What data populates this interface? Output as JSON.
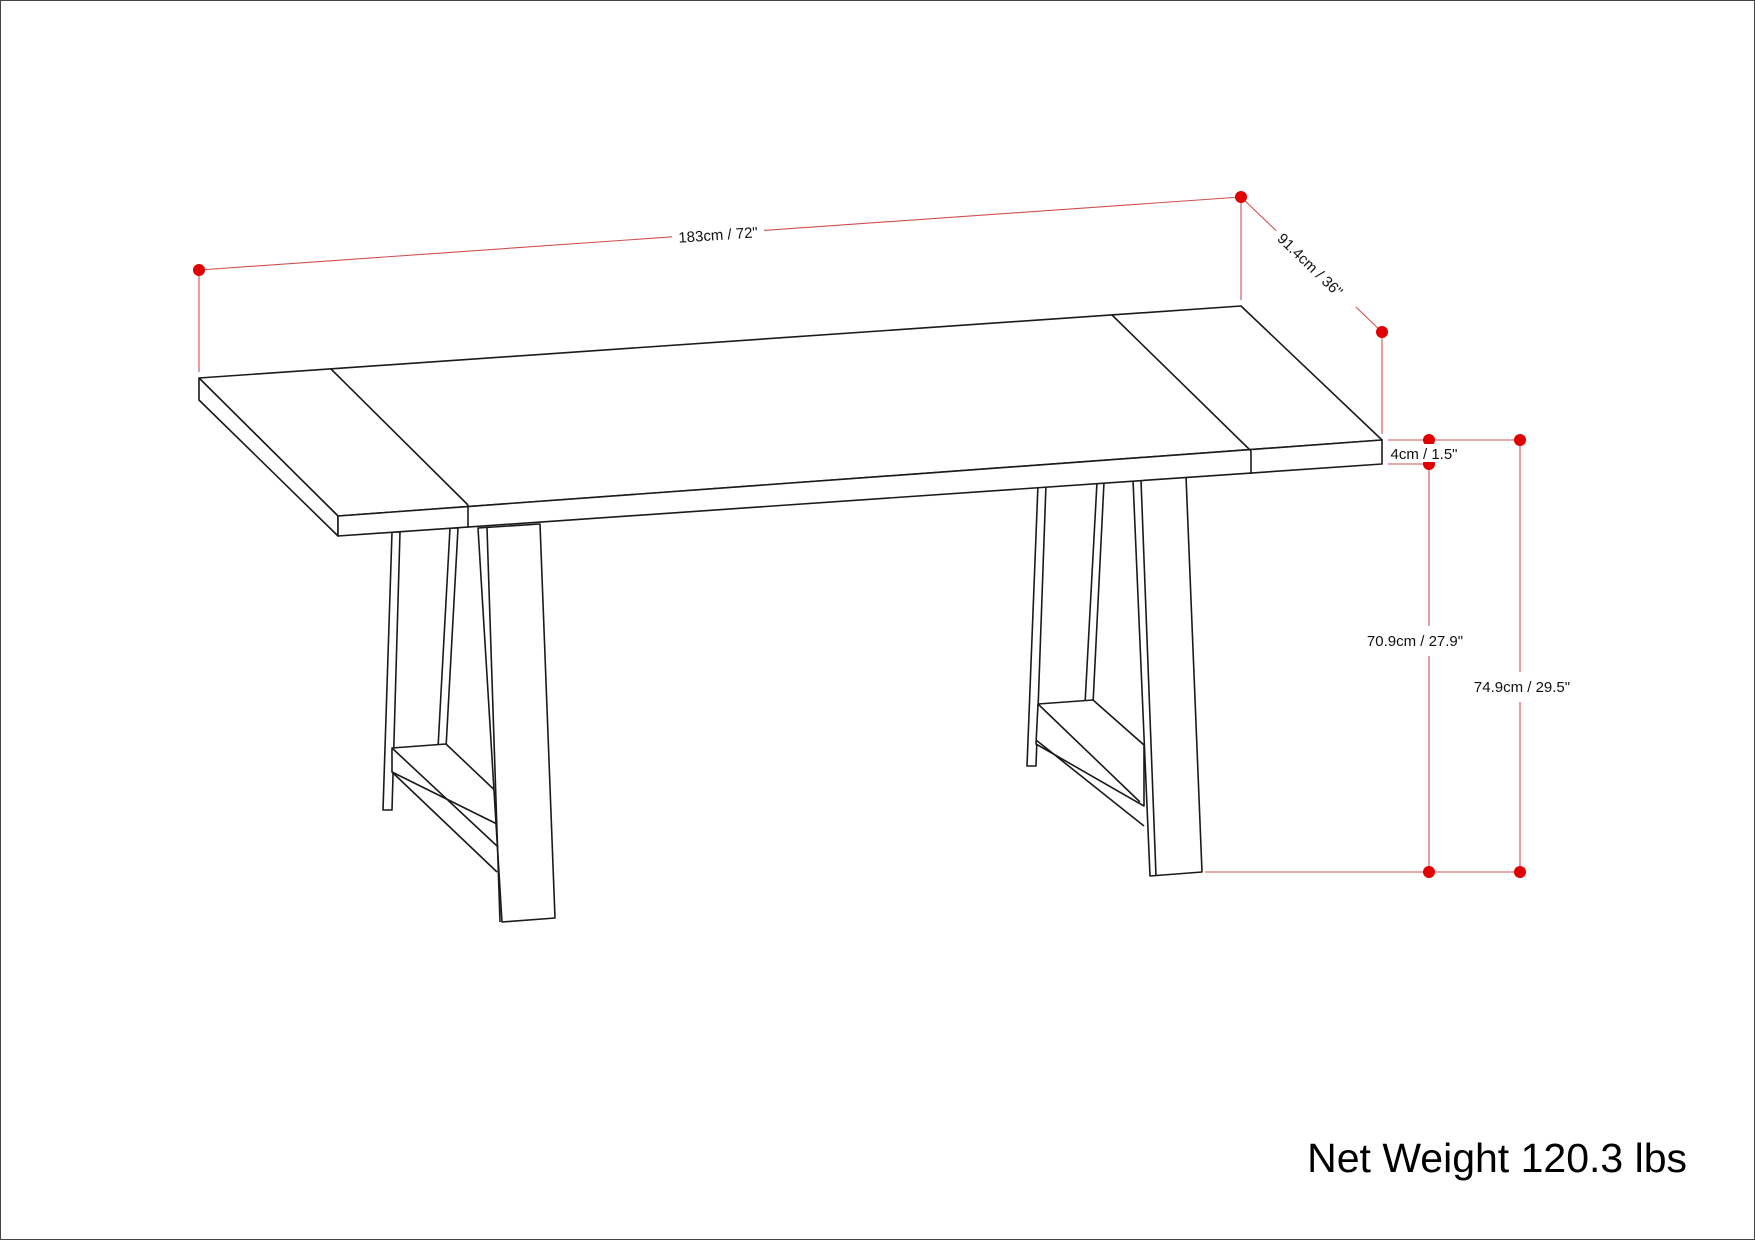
{
  "colors": {
    "dimension_line": "#d05050",
    "dimension_dot": "#e00000",
    "outline": "#1a1a1a",
    "background": "#ffffff"
  },
  "dimensions": {
    "length": "183cm / 72\"",
    "depth": "91.4cm / 36\"",
    "top_thickness": "4cm / 1.5\"",
    "clearance_height": "70.9cm / 27.9\"",
    "overall_height": "74.9cm / 29.5\""
  },
  "footer": {
    "net_weight": "Net Weight 120.3 lbs"
  }
}
